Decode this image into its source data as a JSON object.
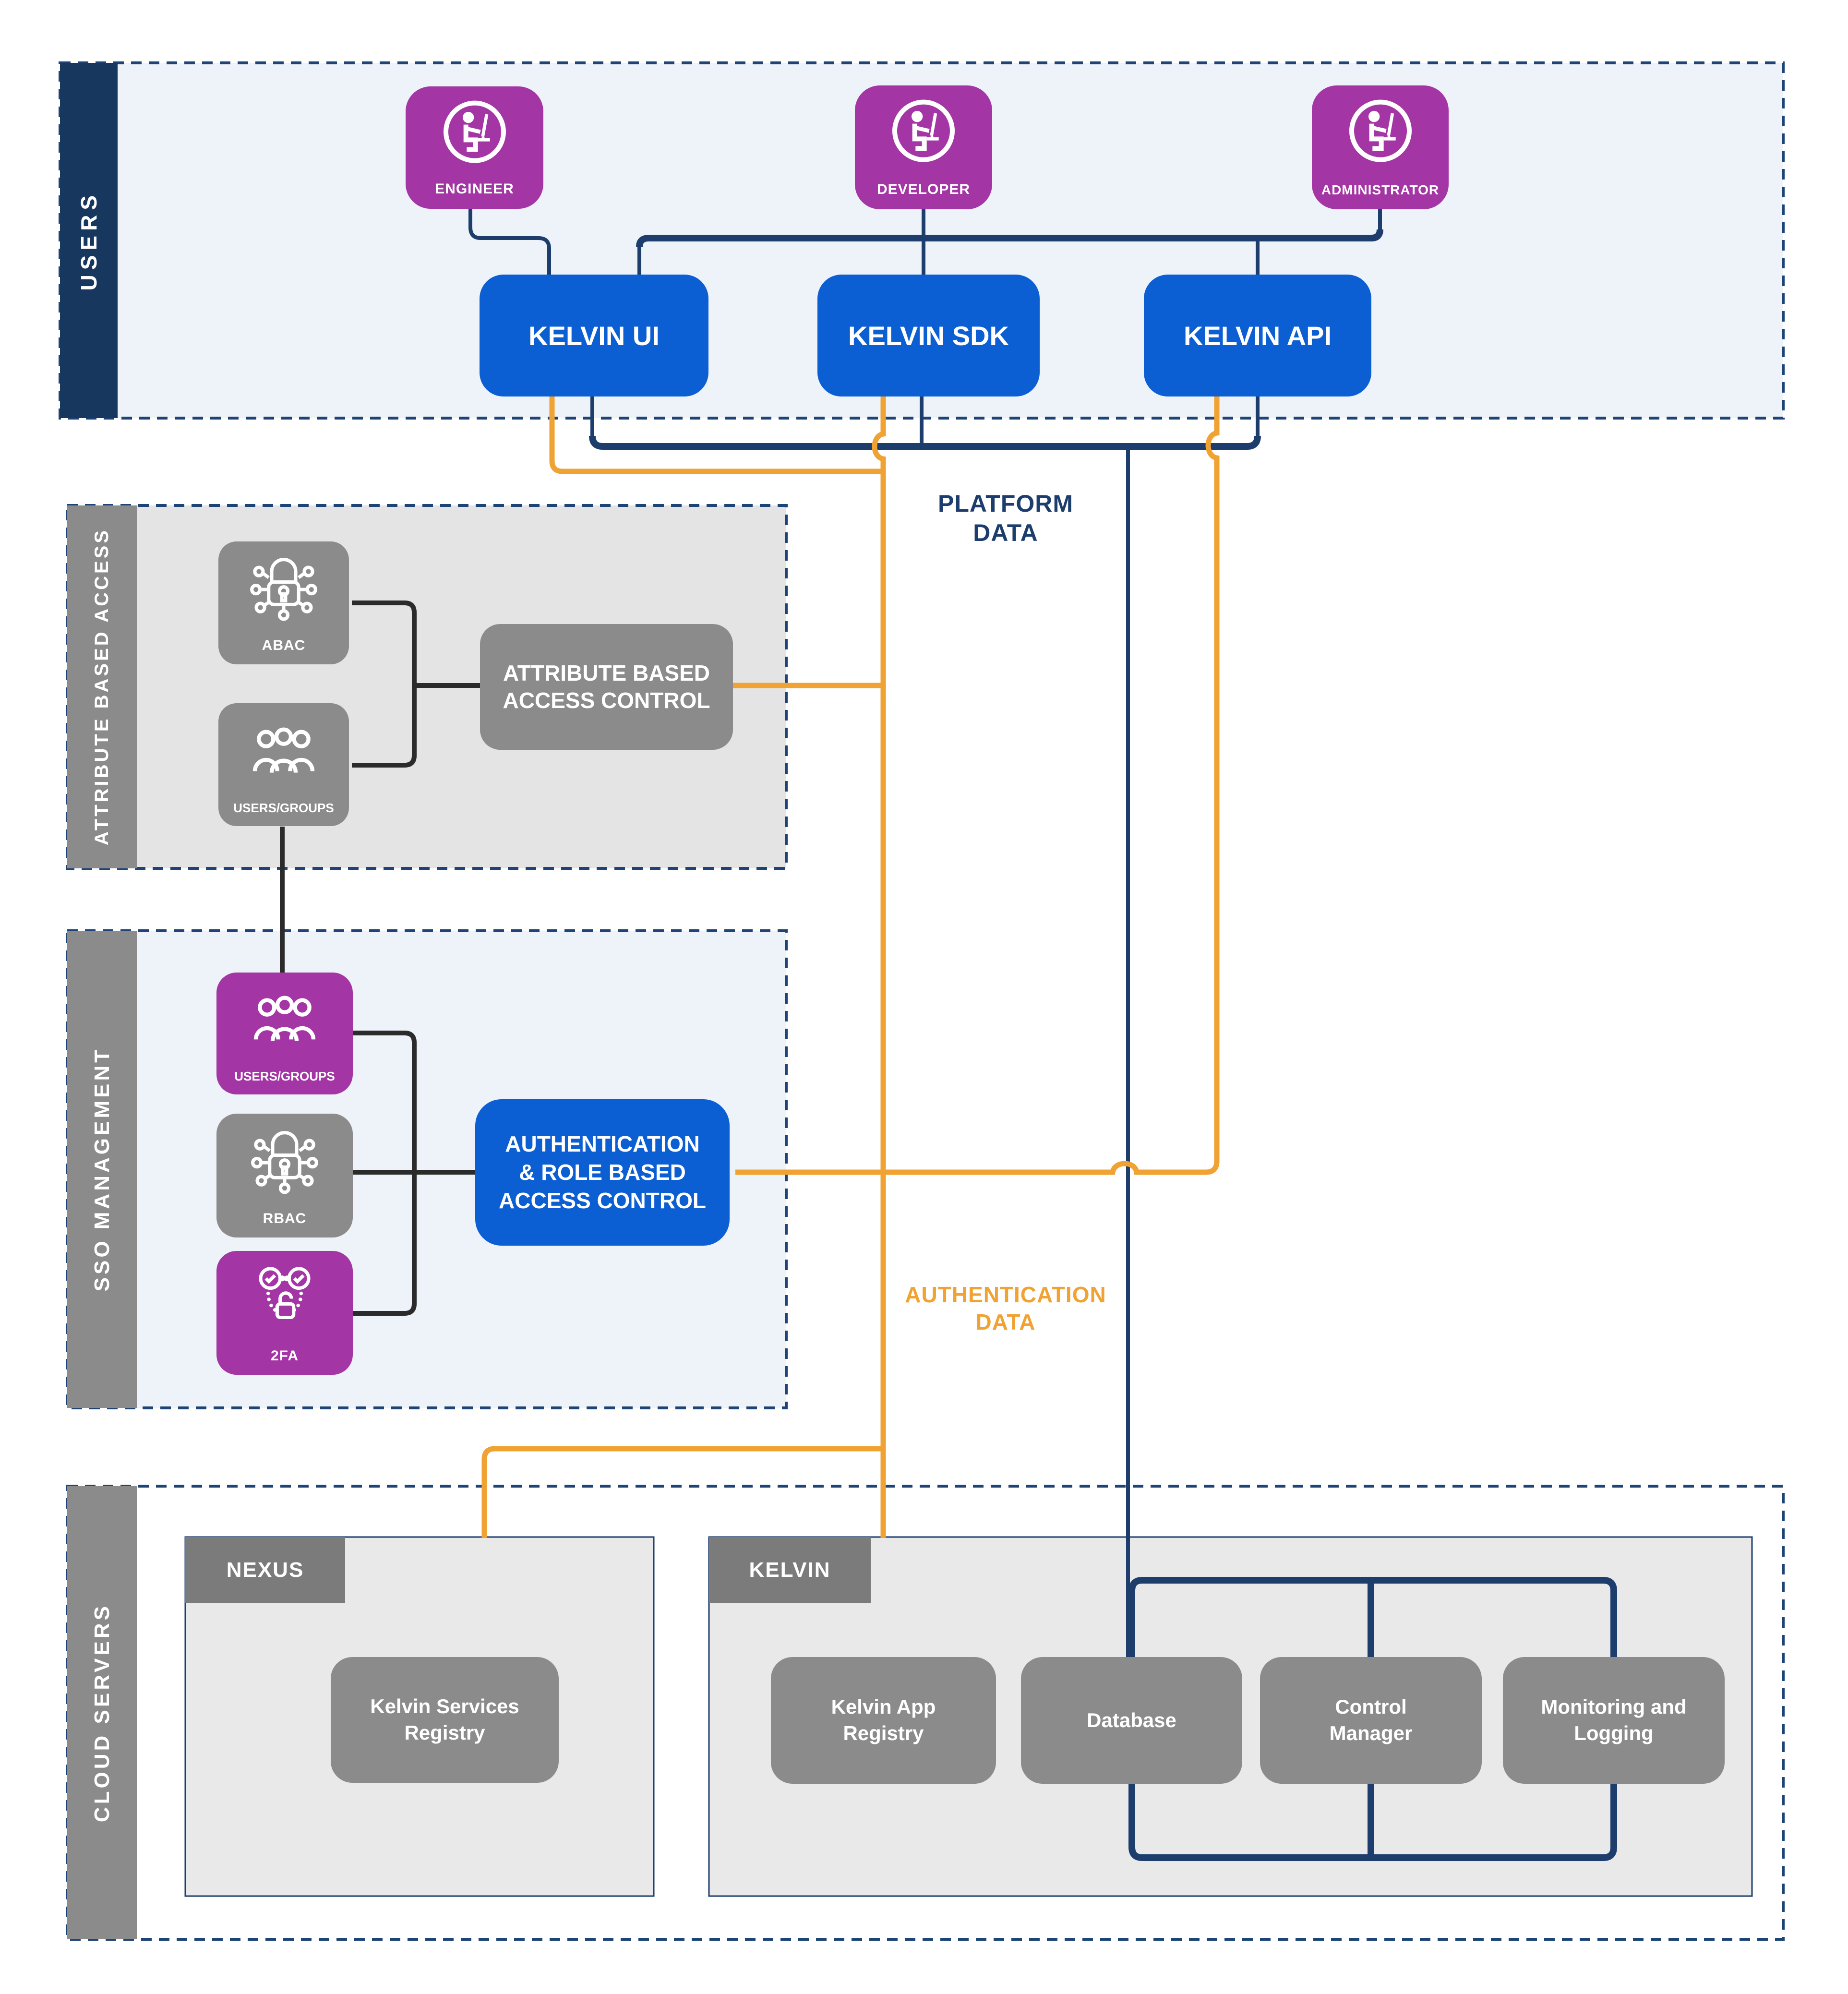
{
  "title": "Kelvin platform access architecture diagram",
  "colors": {
    "navy_line": "#1d3e6d",
    "navy_sidebar": "#17375e",
    "orange": "#f0a233",
    "purple": "#a435a5",
    "blue": "#0c5ed3",
    "gray_node": "#8b8b8b",
    "gray_tab": "#7b7b7b",
    "black_line": "#2b2b2b",
    "bg_light_blue": "#edf3f9",
    "bg_light_gray": "#e4e4e4",
    "panel_gray": "#e9e9e9"
  },
  "sections": {
    "users": {
      "label": "USERS"
    },
    "attribute": {
      "label": "ATTRIBUTE BASED ACCESS"
    },
    "sso": {
      "label": "SSO MANAGEMENT"
    },
    "cloud": {
      "label": "CLOUD SERVERS"
    }
  },
  "users": {
    "personas": [
      {
        "label": "ENGINEER",
        "icon": "person-at-computer-icon"
      },
      {
        "label": "DEVELOPER",
        "icon": "person-at-computer-icon"
      },
      {
        "label": "ADMINISTRATOR",
        "icon": "person-at-computer-icon"
      }
    ],
    "products": [
      {
        "label": "KELVIN UI"
      },
      {
        "label": "KELVIN SDK"
      },
      {
        "label": "KELVIN API"
      }
    ]
  },
  "attribute": {
    "nodes": [
      {
        "label": "ABAC",
        "icon": "lock-network-icon"
      },
      {
        "label": "USERS/GROUPS",
        "icon": "people-group-icon"
      }
    ],
    "control": {
      "label": "ATTRIBUTE BASED\nACCESS CONTROL"
    }
  },
  "sso": {
    "nodes": [
      {
        "label": "USERS/GROUPS",
        "icon": "people-group-icon"
      },
      {
        "label": "RBAC",
        "icon": "lock-network-icon"
      },
      {
        "label": "2FA",
        "icon": "two-factor-icon"
      }
    ],
    "control": {
      "label": "AUTHENTICATION\n& ROLE BASED\nACCESS CONTROL"
    }
  },
  "cloud": {
    "nexus": {
      "tab": "NEXUS",
      "services": [
        {
          "label": "Kelvin Services\nRegistry"
        }
      ]
    },
    "kelvin": {
      "tab": "KELVIN",
      "services": [
        {
          "label": "Kelvin App\nRegistry"
        },
        {
          "label": "Database"
        },
        {
          "label": "Control\nManager"
        },
        {
          "label": "Monitoring and\nLogging"
        }
      ]
    }
  },
  "flows": {
    "platform": {
      "label": "PLATFORM\nDATA"
    },
    "authentication": {
      "label": "AUTHENTICATION\nDATA"
    }
  }
}
